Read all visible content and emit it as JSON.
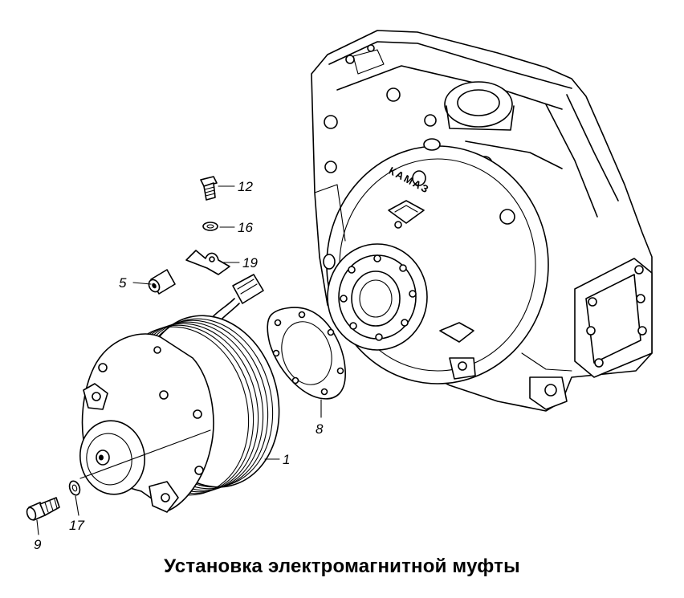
{
  "caption": "Установка электромагнитной муфты",
  "housing_brand": "КАМАЗ",
  "callouts": [
    {
      "id": "12",
      "text": "12"
    },
    {
      "id": "16",
      "text": "16"
    },
    {
      "id": "19",
      "text": "19"
    },
    {
      "id": "5",
      "text": "5"
    },
    {
      "id": "8",
      "text": "8"
    },
    {
      "id": "1",
      "text": "1"
    },
    {
      "id": "17",
      "text": "17"
    },
    {
      "id": "9",
      "text": "9"
    }
  ]
}
